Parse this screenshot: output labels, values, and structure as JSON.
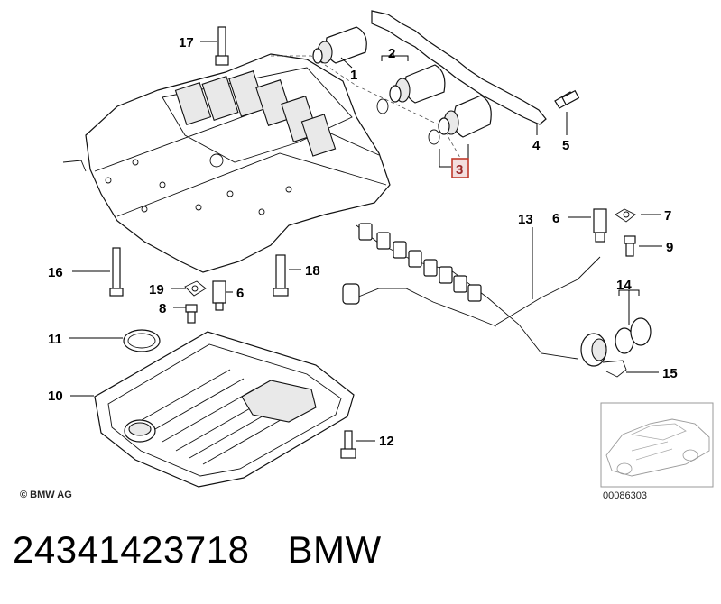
{
  "diagram": {
    "callouts": [
      "1",
      "2",
      "3",
      "4",
      "5",
      "6",
      "6",
      "7",
      "8",
      "9",
      "10",
      "11",
      "12",
      "13",
      "14",
      "15",
      "16",
      "17",
      "18",
      "19"
    ],
    "highlighted_callout": "3",
    "highlight_color": "#c0392b",
    "copyright": "© BMW AG",
    "reference_number": "00086303"
  },
  "footer": {
    "part_number": "24341423718",
    "brand": "BMW"
  }
}
